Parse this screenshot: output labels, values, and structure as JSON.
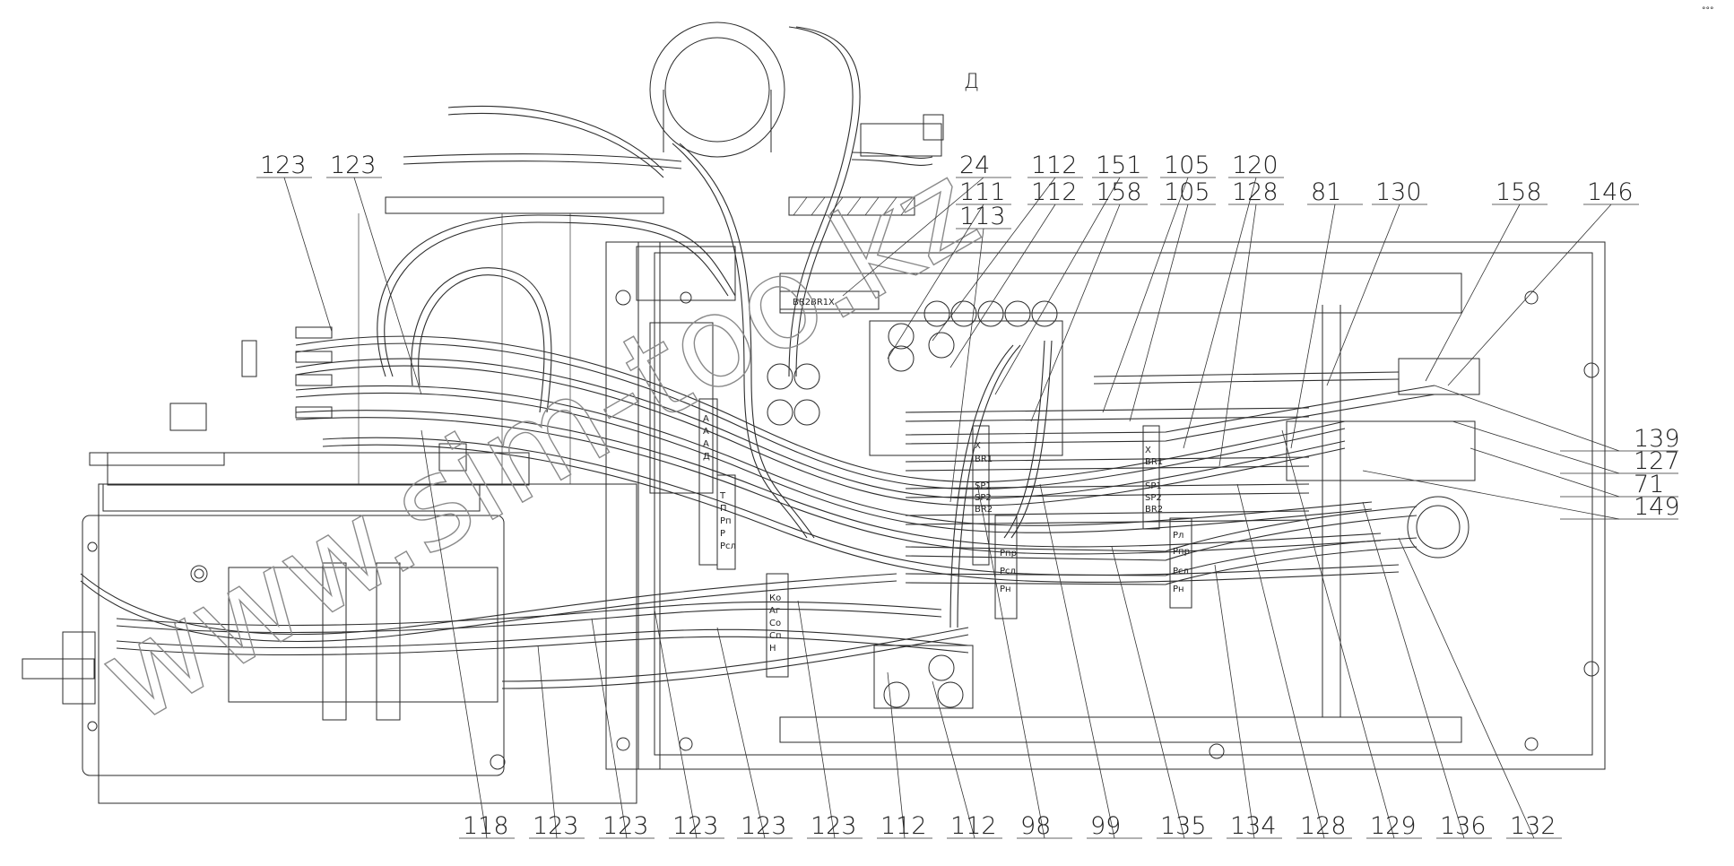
{
  "view_label": "Д",
  "corner_mark": "°°°",
  "watermark": "www.sim-too.kz",
  "callouts_top": [
    "123",
    "123",
    "24",
    "111",
    "112",
    "112",
    "113",
    "151",
    "158",
    "105",
    "105",
    "120",
    "128",
    "81",
    "130",
    "158",
    "146"
  ],
  "callouts_right": [
    "139",
    "127",
    "71",
    "149"
  ],
  "callouts_bottom": [
    "118",
    "123",
    "123",
    "123",
    "123",
    "123",
    "112",
    "112",
    "98",
    "99",
    "135",
    "134",
    "128",
    "129",
    "136",
    "132"
  ],
  "ports": {
    "top_bracket": [
      "BR2",
      "BR1",
      "X"
    ],
    "left_block": [
      "A",
      "A",
      "A",
      "Д",
      "T",
      "П",
      "Рп",
      "Р",
      "Рсл"
    ],
    "center_block": [
      "X",
      "BR1",
      "SP1",
      "SP2",
      "BR2"
    ],
    "right_block": [
      "X",
      "BR1",
      "SP1",
      "SP2",
      "BR2"
    ],
    "lower_block_a": [
      "Рпр",
      "Рсл",
      "Рн"
    ],
    "lower_block_b": [
      "Рл",
      "Рпр",
      "Рсл",
      "Рн"
    ],
    "bottom_block": [
      "Ко",
      "Аг",
      "Со",
      "Сп",
      "Н"
    ]
  }
}
